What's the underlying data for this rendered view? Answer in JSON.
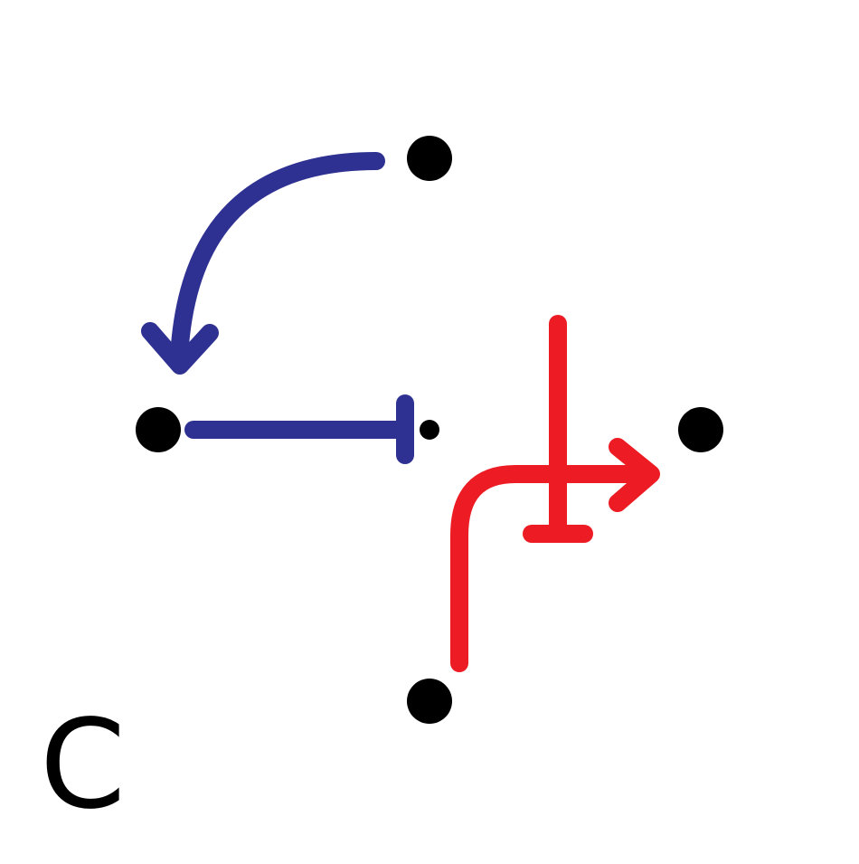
{
  "panel_label": "C",
  "colors": {
    "node": "#000000",
    "blue_edge": "#2e3192",
    "red_edge": "#ed1c24",
    "background": "#ffffff"
  },
  "diagram": {
    "nodes": [
      "top-node",
      "left-node",
      "center-node",
      "right-node",
      "bottom-node"
    ],
    "edges": [
      {
        "id": "top-to-left",
        "from": "top-node",
        "to": "left-node",
        "type": "activation",
        "color": "blue"
      },
      {
        "id": "left-to-center",
        "from": "left-node",
        "to": "center-node",
        "type": "inhibition",
        "color": "blue"
      },
      {
        "id": "bottom-to-right",
        "from": "bottom-node",
        "to": "right-node",
        "type": "activation",
        "color": "red"
      },
      {
        "id": "vertical-inhibition",
        "from": "",
        "to": "bottom-to-right",
        "type": "inhibition",
        "color": "red"
      }
    ]
  }
}
